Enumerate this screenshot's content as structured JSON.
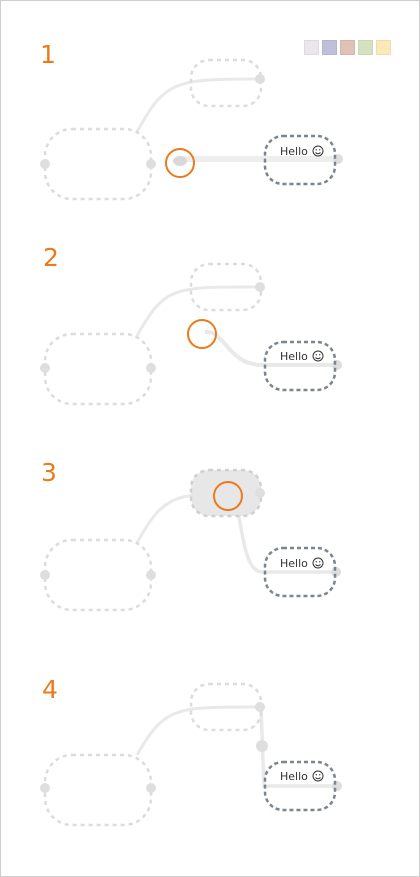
{
  "steps": [
    {
      "number": "1",
      "target_text": "Hello"
    },
    {
      "number": "2",
      "target_text": "Hello"
    },
    {
      "number": "3",
      "target_text": "Hello"
    },
    {
      "number": "4",
      "target_text": "Hello"
    }
  ],
  "palette": [
    "#ebe6ea",
    "#bfbfd9",
    "#dfc1b6",
    "#d4e2c1",
    "#fde8b8"
  ],
  "colors": {
    "accent": "#ec7a1c",
    "ghost_stroke": "#dcdcdc",
    "ghost_line": "#e9e9e9",
    "target_stroke": "#7b8491",
    "handle": "#dedede"
  },
  "icons": {
    "smiley": "smiley-face-icon",
    "cursor": "cursor-ring-icon"
  }
}
